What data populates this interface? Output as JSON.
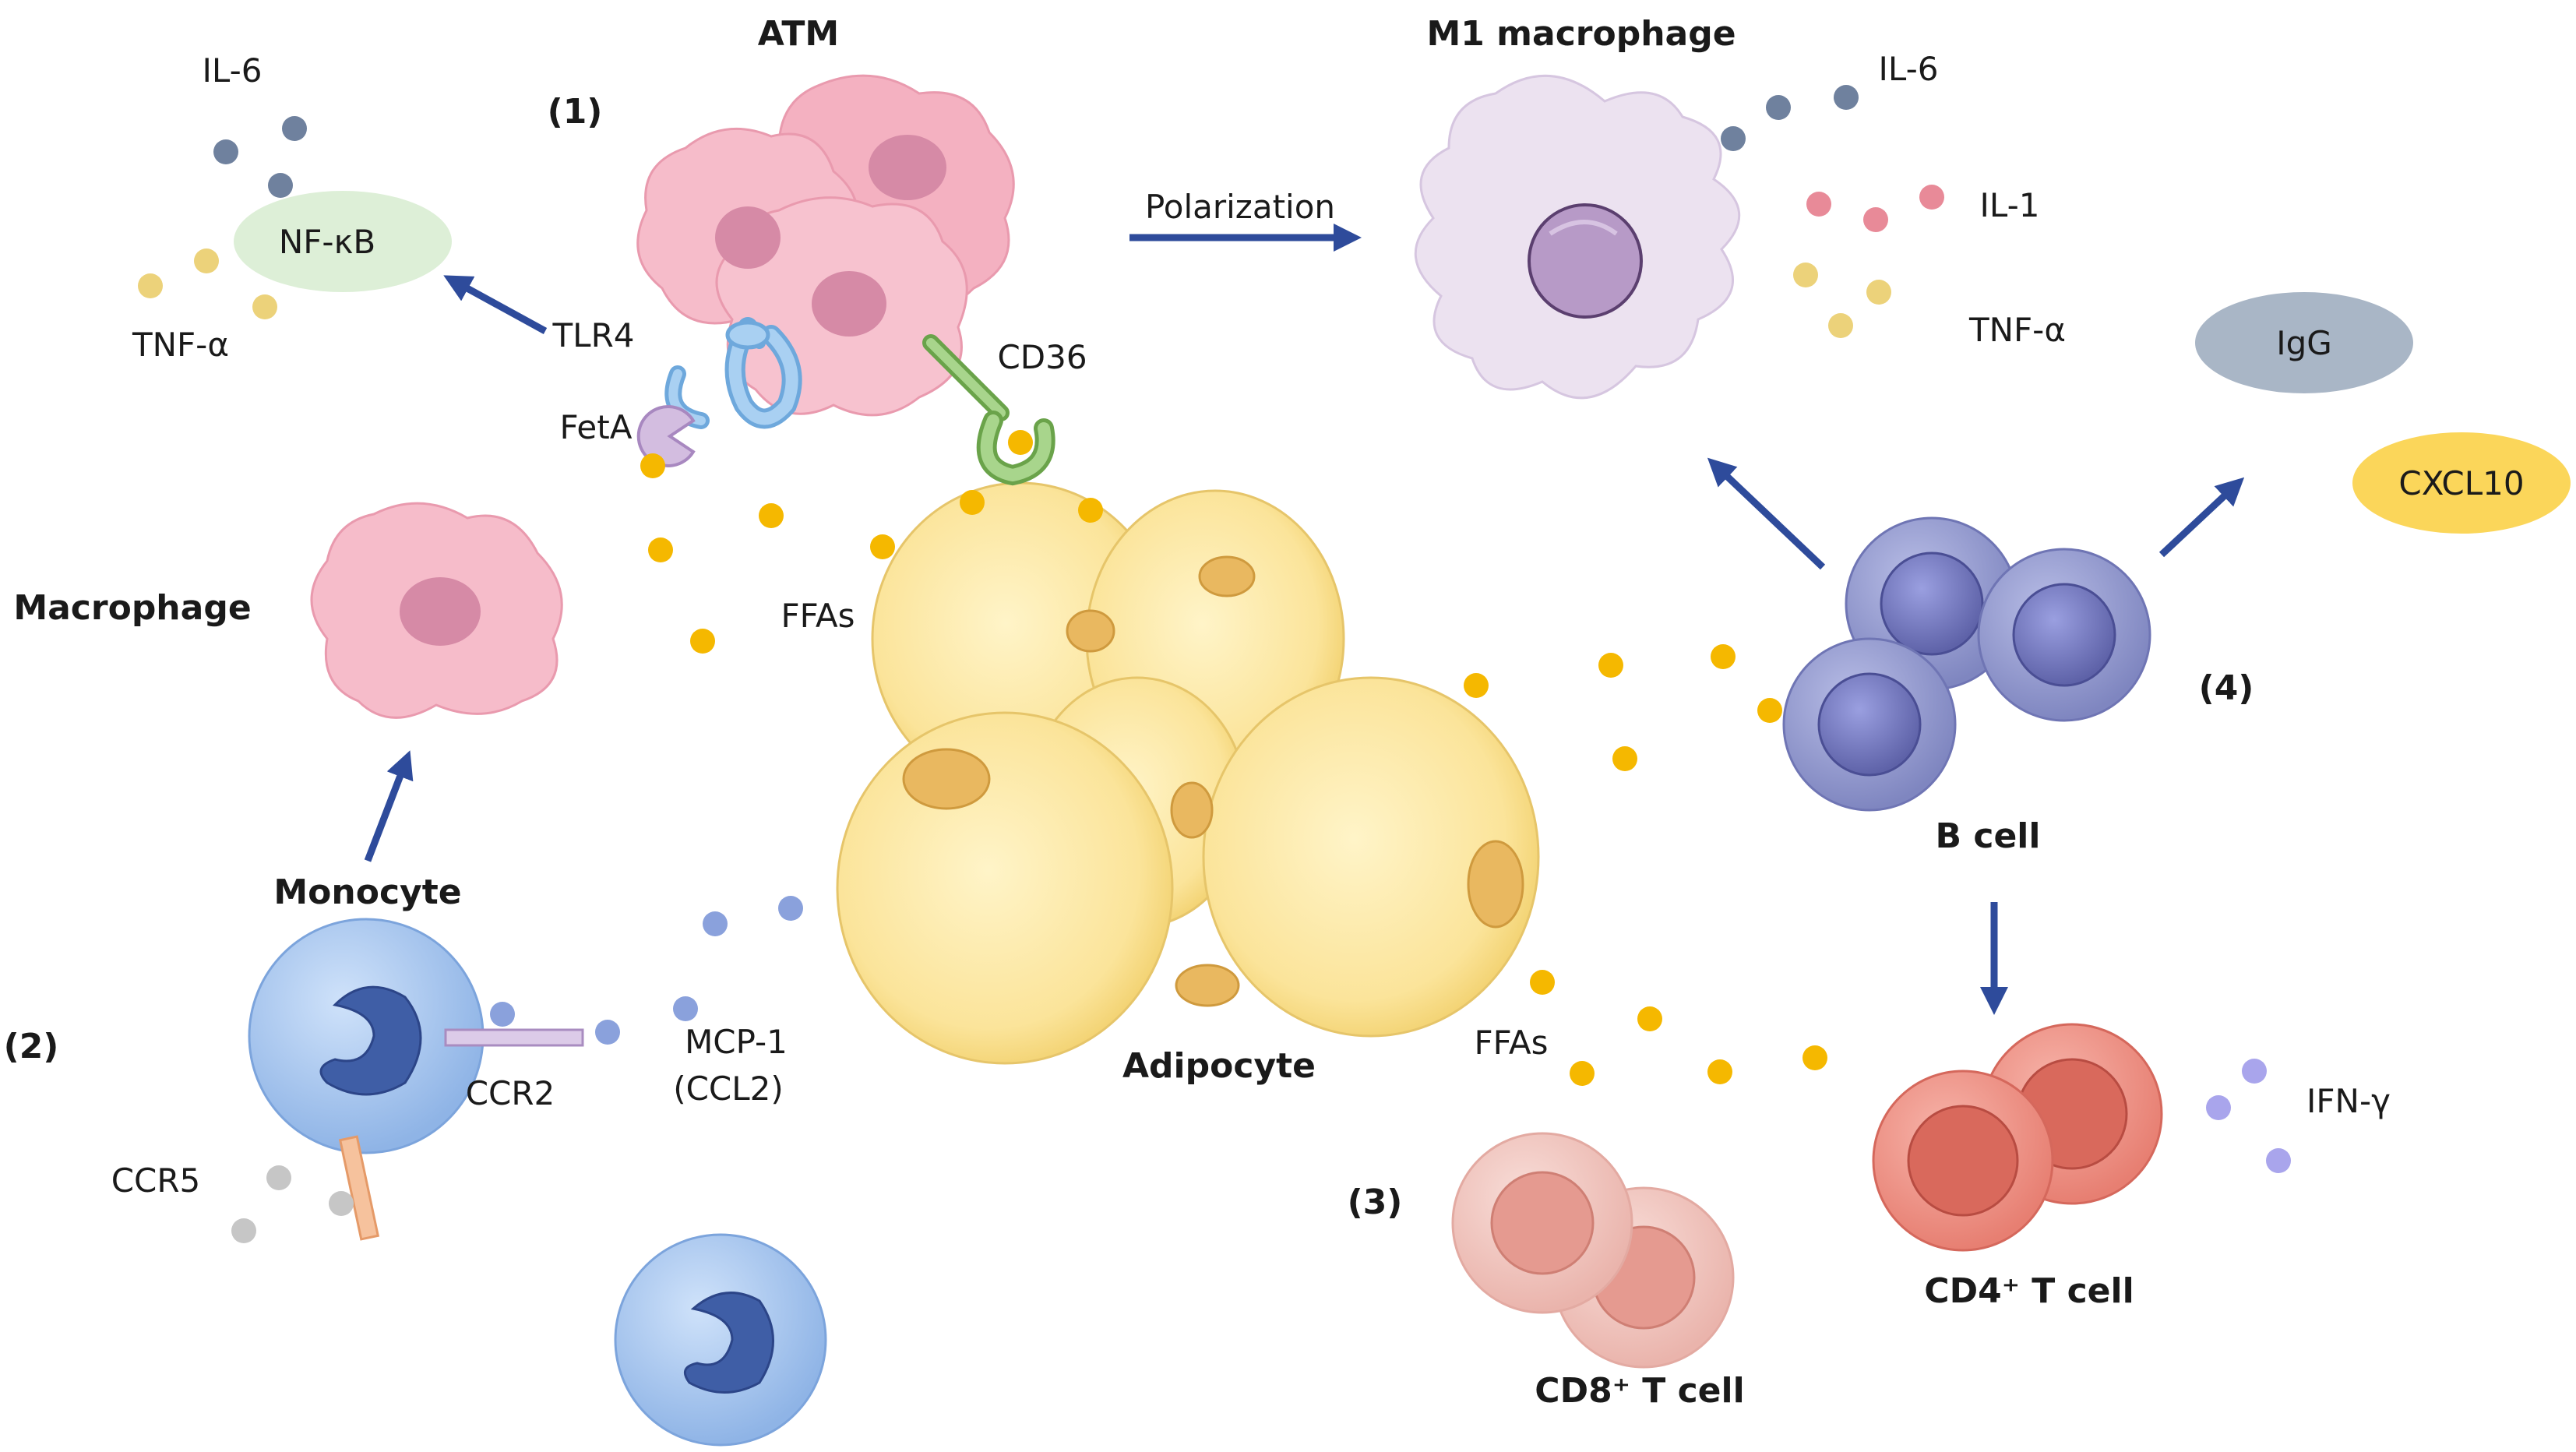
{
  "labels": {
    "atm": "ATM",
    "m1_macrophage": "M1 macrophage",
    "macrophage": "Macrophage",
    "monocyte": "Monocyte",
    "adipocyte": "Adipocyte",
    "b_cell": "B cell",
    "cd8_t_cell": "CD8⁺ T cell",
    "cd4_t_cell": "CD4⁺ T cell",
    "polarization": "Polarization",
    "nfkb": "NF-κB",
    "tlr4": "TLR4",
    "feta": "FetA",
    "cd36": "CD36",
    "ffas_top": "FFAs",
    "ffas_bottom": "FFAs",
    "il6_left": "IL-6",
    "tnfa_left": "TNF-α",
    "il6_right": "IL-6",
    "il1": "IL-1",
    "tnfa_right": "TNF-α",
    "igg": "IgG",
    "cxcl10": "CXCL10",
    "ifng": "IFN-γ",
    "ccr2": "CCR2",
    "ccr5": "CCR5",
    "mcp1_line1": "MCP-1",
    "mcp1_line2": "(CCL2)",
    "step1": "(1)",
    "step2": "(2)",
    "step3": "(3)",
    "step4": "(4)"
  },
  "colors": {
    "arrow": "#2e4b9b",
    "ffa": "#f5b800",
    "il6": "#6f819e",
    "tnfa": "#ecd27a",
    "il1": "#e88a98",
    "ifng": "#a9a5ec",
    "mcp1": "#8aa1dc",
    "ccr5_ligand": "#c6c6c6",
    "adipocyte": "#fbe49a",
    "atm": "#f5b8c6",
    "m1": "#ece2f0",
    "b_cell": "#8d93c9",
    "cd4": "#e8857b",
    "cd8": "#f0c2bb",
    "monocyte": "#a9c8ef"
  }
}
